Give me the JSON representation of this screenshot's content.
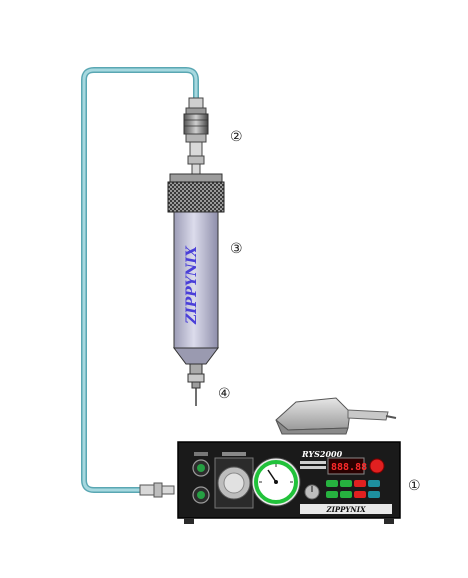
{
  "labels": {
    "controller": "①",
    "adapter": "②",
    "syringe": "③",
    "needle": "④"
  },
  "syringe": {
    "brand": "ZIPPYNIX"
  },
  "controller": {
    "model": "RYS2000",
    "brand": "ZIPPYNIX",
    "display": "888.88"
  },
  "colors": {
    "tube": "#a6d8df",
    "tube_edge": "#5aa7b3",
    "barrel": "#c7c7dc",
    "brand_text": "#4a3fd8",
    "panel": "#1a1a1a",
    "gauge_ring": "#21c23a",
    "foot_pedal": "#c9c9c9"
  }
}
